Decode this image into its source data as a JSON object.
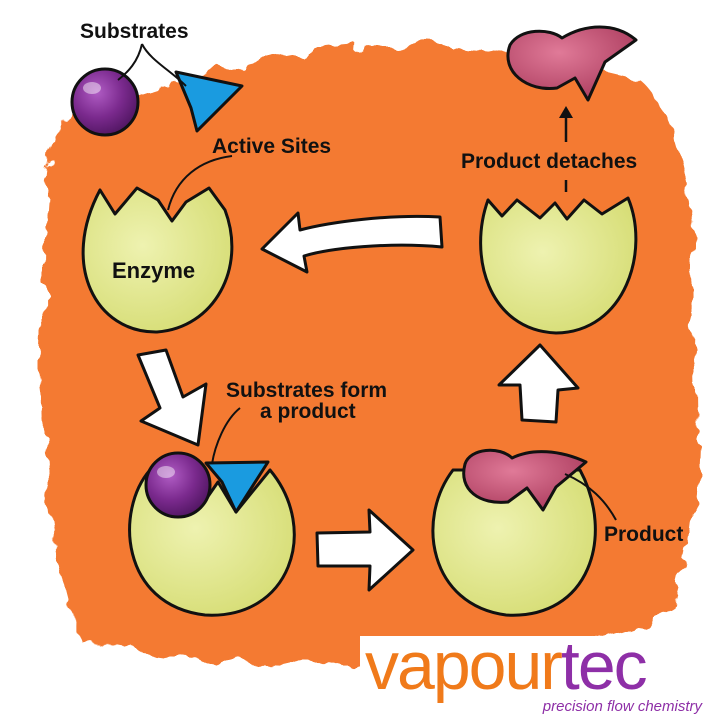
{
  "labels": {
    "substrates": "Substrates",
    "active_sites": "Active Sites",
    "enzyme": "Enzyme",
    "substrates_form_line1": "Substrates form",
    "substrates_form_line2": "a product",
    "product": "Product",
    "product_detaches": "Product detaches"
  },
  "logo": {
    "word_part1": "vapour",
    "word_part2": "tec",
    "tagline": "precision flow chemistry"
  },
  "colors": {
    "background_blob": "#f47a32",
    "enzyme": "#e4ea8f",
    "substrate_sphere": "#7b2a8e",
    "substrate_wedge": "#1a9be0",
    "product": "#c85276",
    "arrow": "#ffffff"
  }
}
